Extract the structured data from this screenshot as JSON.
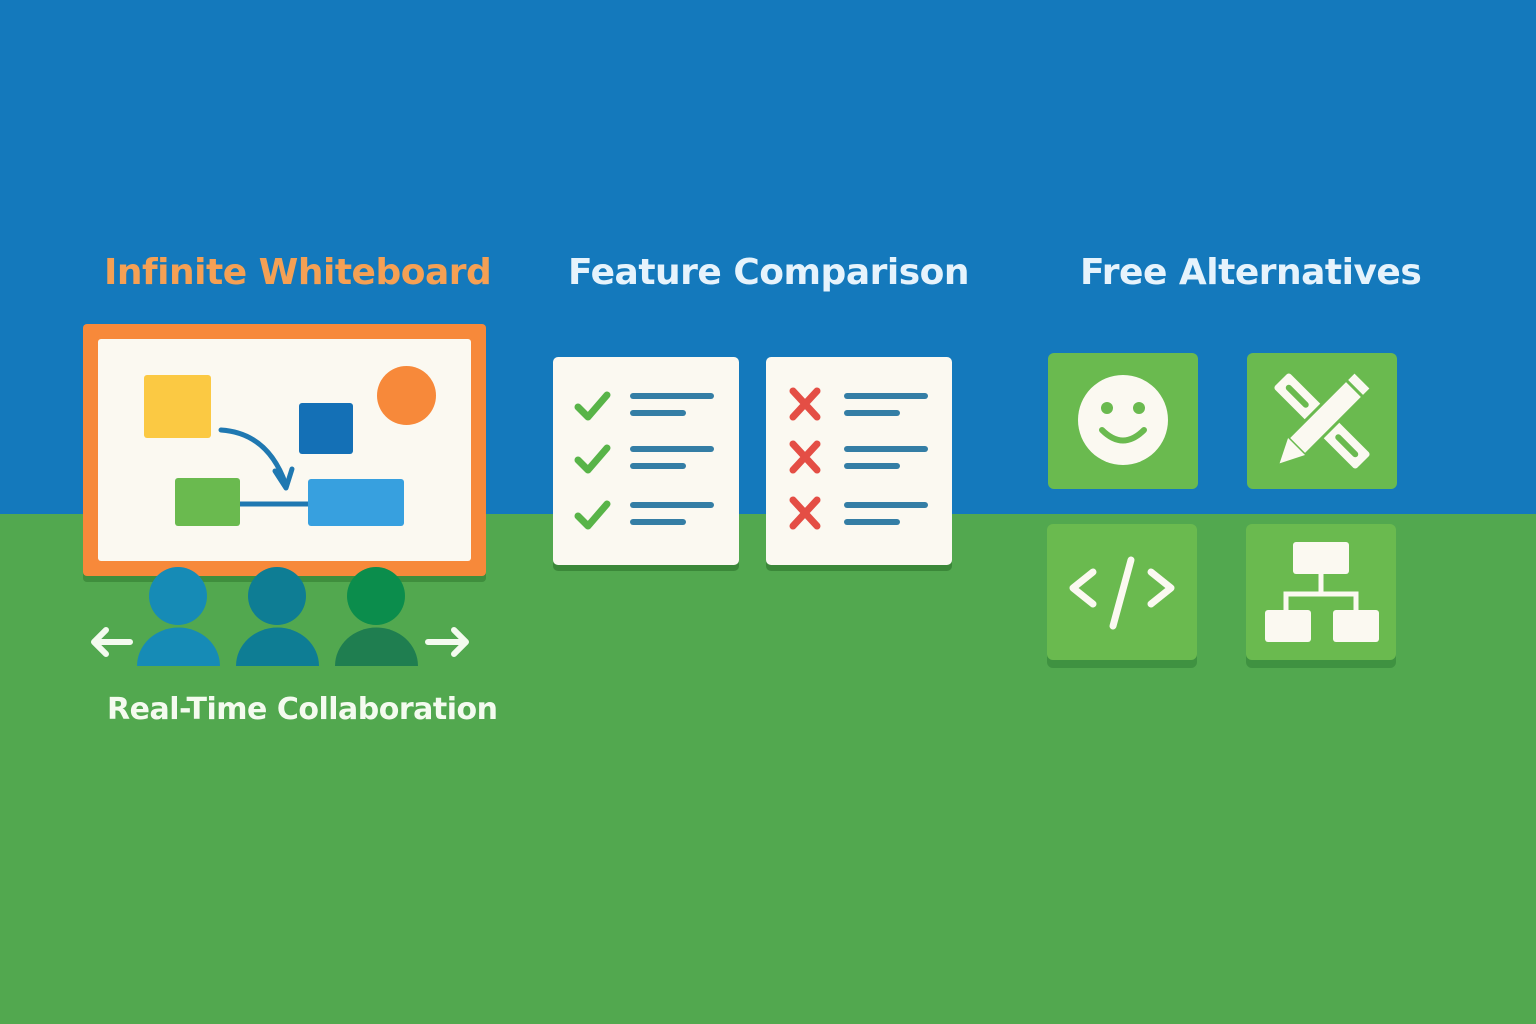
{
  "panels": {
    "whiteboard": {
      "title": "Infinite Whiteboard",
      "caption": "Real-Time Collaboration",
      "colors": {
        "title": "#f5a054",
        "frame": "#f7893a",
        "canvas": "#fbf9f1"
      },
      "shapes": [
        "yellow-square",
        "blue-square",
        "orange-circle",
        "green-rect",
        "light-blue-rect",
        "curved-arrow",
        "connector-line"
      ],
      "collaborators": [
        "user-blue",
        "user-teal",
        "user-green"
      ],
      "arrows": [
        "arrow-left-icon",
        "arrow-right-icon"
      ]
    },
    "comparison": {
      "title": "Feature Comparison",
      "cards": [
        {
          "name": "pros-card",
          "icon": "check-icon",
          "rows": 3,
          "icon_color": "#58b448"
        },
        {
          "name": "cons-card",
          "icon": "x-icon",
          "rows": 3,
          "icon_color": "#e44e45"
        }
      ]
    },
    "alternatives": {
      "title": "Free Alternatives",
      "tiles": [
        {
          "icon": "smiley-icon"
        },
        {
          "icon": "pencil-ruler-icon"
        },
        {
          "icon": "code-icon"
        },
        {
          "icon": "hierarchy-icon"
        }
      ]
    }
  },
  "colors": {
    "sky": "#1479bc",
    "ground": "#52a84f",
    "tile": "#6aba4f"
  }
}
